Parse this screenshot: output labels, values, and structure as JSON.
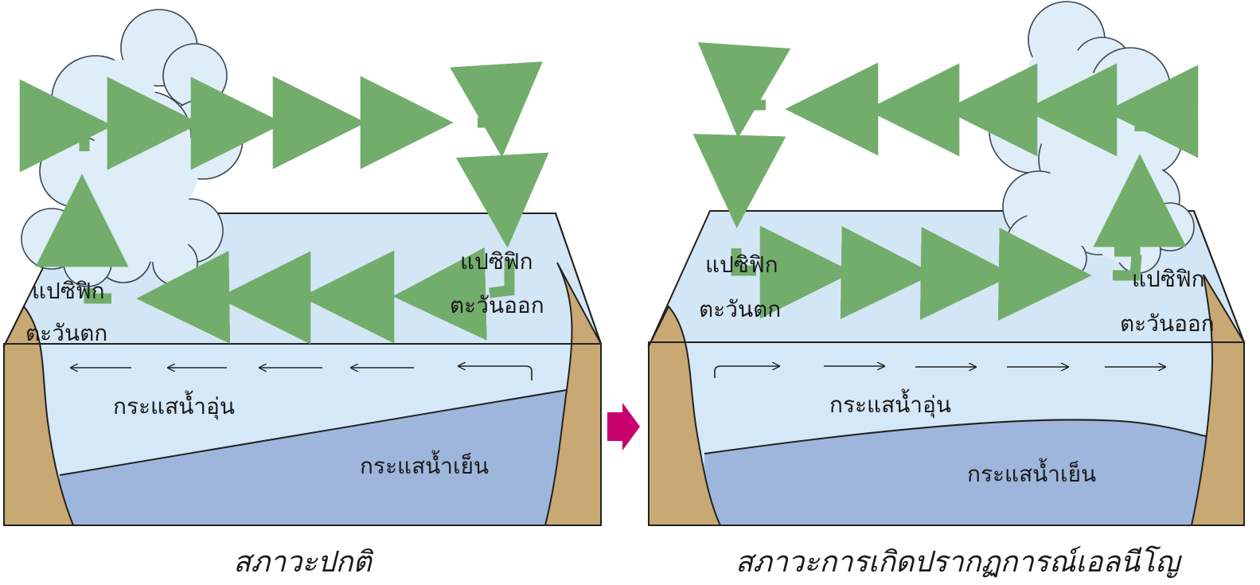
{
  "normal": {
    "west_label_1": "แปซิฟิก",
    "west_label_2": "ตะวันตก",
    "east_label_1": "แปซิฟิก",
    "east_label_2": "ตะวันออก",
    "warm_current": "กระแสน้ำอุ่น",
    "cold_current": "กระแสน้ำเย็น",
    "caption": "สภาวะปกติ"
  },
  "elnino": {
    "west_label_1": "แปซิฟิก",
    "west_label_2": "ตะวันตก",
    "east_label_1": "แปซิฟิก",
    "east_label_2": "ตะวันออก",
    "warm_current": "กระแสน้ำอุ่น",
    "cold_current": "กระแสน้ำเย็น",
    "caption": "สภาวะการเกิดปรากฏการณ์เอลนีโญ"
  },
  "colors": {
    "sea_surface": "#d3e6f5",
    "warm_water": "#d5e8f7",
    "cold_water": "#9fb6dc",
    "land": "#c8a873",
    "air_arrow": "#73ad6c",
    "transition_arrow": "#c8006e"
  }
}
